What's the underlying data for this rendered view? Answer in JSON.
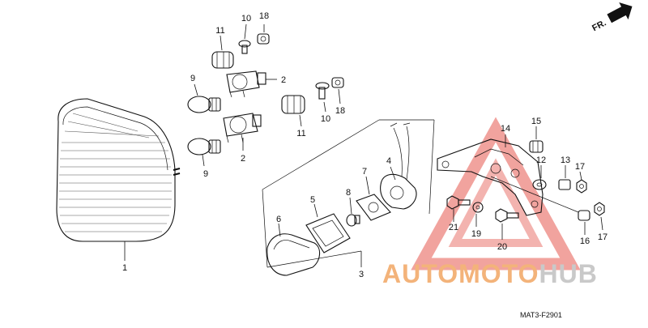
{
  "diagram": {
    "direction_label": "FR.",
    "drawing_code": "MAT3-F2901",
    "parts": [
      {
        "id": "p1",
        "number": "1"
      },
      {
        "id": "p2a",
        "number": "2"
      },
      {
        "id": "p2b",
        "number": "2"
      },
      {
        "id": "p3",
        "number": "3"
      },
      {
        "id": "p4",
        "number": "4"
      },
      {
        "id": "p5",
        "number": "5"
      },
      {
        "id": "p6",
        "number": "6"
      },
      {
        "id": "p7",
        "number": "7"
      },
      {
        "id": "p8",
        "number": "8"
      },
      {
        "id": "p9a",
        "number": "9"
      },
      {
        "id": "p9b",
        "number": "9"
      },
      {
        "id": "p10a",
        "number": "10"
      },
      {
        "id": "p10b",
        "number": "10"
      },
      {
        "id": "p11a",
        "number": "11"
      },
      {
        "id": "p11b",
        "number": "11"
      },
      {
        "id": "p12",
        "number": "12"
      },
      {
        "id": "p13",
        "number": "13"
      },
      {
        "id": "p14",
        "number": "14"
      },
      {
        "id": "p15",
        "number": "15"
      },
      {
        "id": "p16",
        "number": "16"
      },
      {
        "id": "p17a",
        "number": "17"
      },
      {
        "id": "p17b",
        "number": "17"
      },
      {
        "id": "p18a",
        "number": "18"
      },
      {
        "id": "p18b",
        "number": "18"
      },
      {
        "id": "p19",
        "number": "19"
      },
      {
        "id": "p20",
        "number": "20"
      },
      {
        "id": "p21",
        "number": "21"
      }
    ]
  },
  "watermark": {
    "text_part1": "AUTOMOTO",
    "text_part2": "HUB",
    "color_primary": "#f3b37a",
    "color_secondary": "#c9c9c9",
    "color_triangle": "#e03a2f"
  }
}
